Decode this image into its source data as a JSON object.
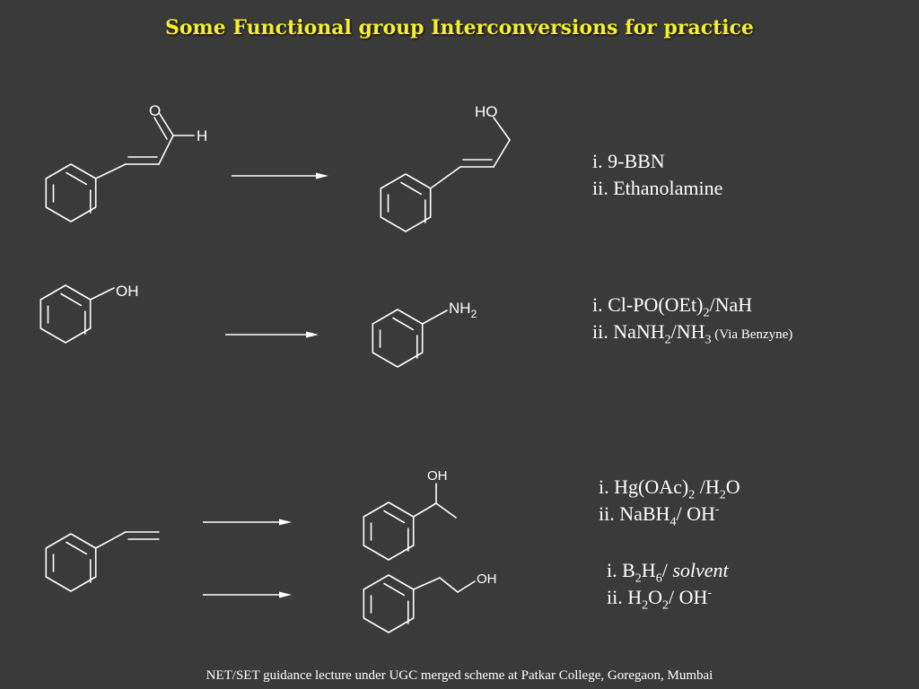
{
  "title": "Some Functional group Interconversions for practice",
  "footer": "NET/SET guidance lecture under UGC merged scheme at Patkar College, Goregaon, Mumbai",
  "colors": {
    "background": "#3a3a3a",
    "title": "#f5f02a",
    "text": "#ffffff"
  },
  "labels": {
    "aldehyde_O": "O",
    "aldehyde_H": "H",
    "alcohol_HO": "HO",
    "phenol_OH": "OH",
    "aniline_N": "NH",
    "aniline_sub": "2",
    "sec_alcohol_OH": "OH",
    "prim_alcohol_OH": "OH"
  },
  "reactions": {
    "r1": {
      "step1": "i.  9-BBN",
      "step2": "ii. Ethanolamine"
    },
    "r2": {
      "s1_pre": "i.  Cl-PO(OEt)",
      "s1_sub": "2",
      "s1_post": "/NaH",
      "s2_pre": "ii. NaNH",
      "s2_sub1": "2",
      "s2_mid": "/NH",
      "s2_sub2": "3",
      "s2_note": " (Via Benzyne)"
    },
    "r3a": {
      "s1_pre": "i. Hg(OAc)",
      "s1_sub1": "2",
      "s1_mid": " /H",
      "s1_sub2": "2",
      "s1_post": "O",
      "s2_pre": "ii. NaBH",
      "s2_sub": "4",
      "s2_mid": "/ OH",
      "s2_sup": "-"
    },
    "r3b": {
      "s1_pre": "i.  B",
      "s1_sub1": "2",
      "s1_mid": "H",
      "s1_sub2": "6",
      "s1_slash": "/ ",
      "s1_italic": "solvent",
      "s2_pre": "ii. H",
      "s2_sub1": "2",
      "s2_mid": "O",
      "s2_sub2": "2",
      "s2_post": "/ OH",
      "s2_sup": "-"
    }
  }
}
